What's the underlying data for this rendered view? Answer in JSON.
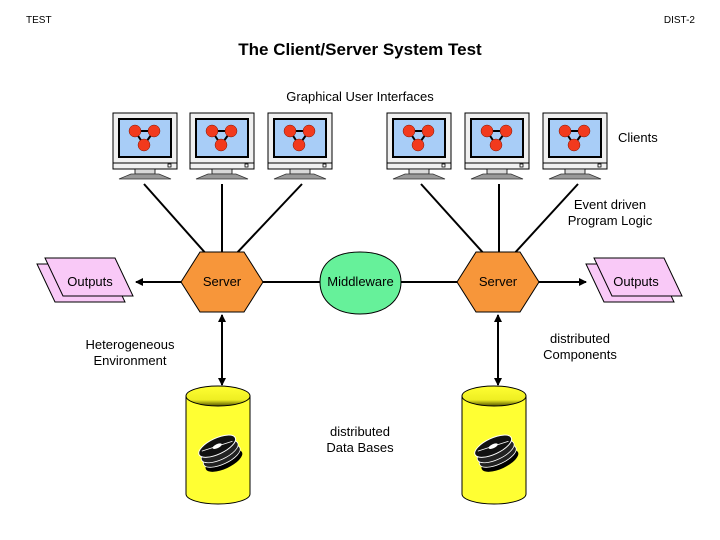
{
  "header": {
    "left": "TEST",
    "right": "DIST-2"
  },
  "title": "The Client/Server System Test",
  "labels": {
    "gui": "Graphical User Interfaces",
    "clients": "Clients",
    "event_line1": "Event driven",
    "event_line2": "Program Logic",
    "hetero_line1": "Heterogeneous",
    "hetero_line2": "Environment",
    "components_line1": "distributed",
    "components_line2": "Components",
    "databases_line1": "distributed",
    "databases_line2": "Data Bases"
  },
  "nodes": {
    "outputs_left": "Outputs",
    "server_left": "Server",
    "middleware": "Middleware",
    "server_right": "Server",
    "outputs_right": "Outputs"
  },
  "colors": {
    "server": "#f7963a",
    "middleware": "#66f19a",
    "outputs": "#f9c9f7",
    "database": "#ffff33",
    "screen": "#a8cdf7",
    "node_red": "#f23a1d"
  }
}
